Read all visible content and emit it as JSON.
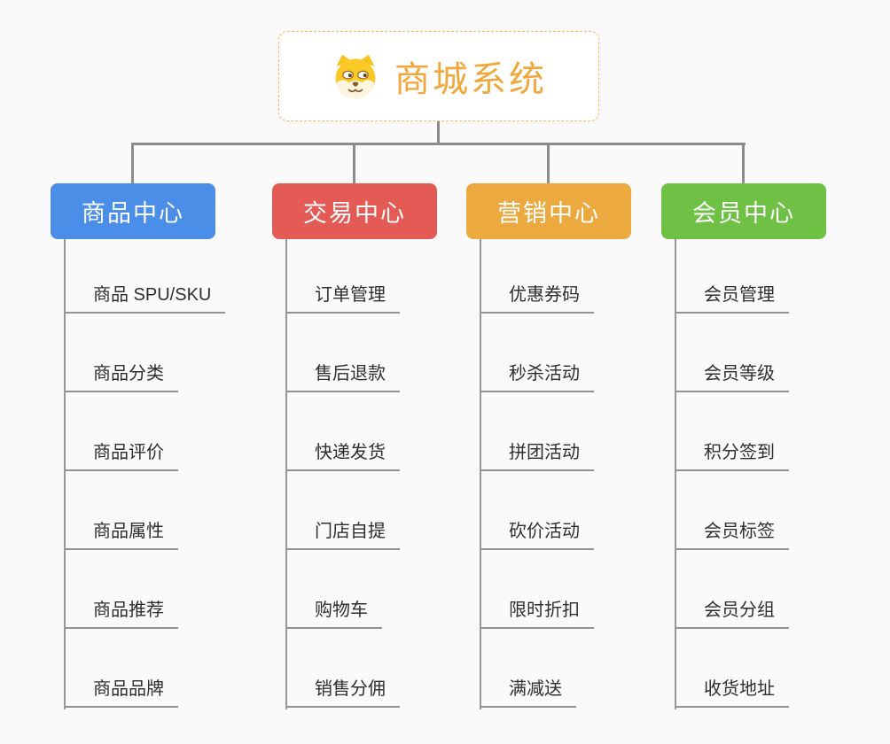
{
  "root": {
    "title": "商城系统",
    "icon": "dog-face-icon"
  },
  "branches": [
    {
      "label": "商品中心",
      "color": "#4a8ee8",
      "children": [
        "商品 SPU/SKU",
        "商品分类",
        "商品评价",
        "商品属性",
        "商品推荐",
        "商品品牌"
      ]
    },
    {
      "label": "交易中心",
      "color": "#e45a55",
      "children": [
        "订单管理",
        "售后退款",
        "快递发货",
        "门店自提",
        "购物车",
        "销售分佣"
      ]
    },
    {
      "label": "营销中心",
      "color": "#eba93f",
      "children": [
        "优惠券码",
        "秒杀活动",
        "拼团活动",
        "砍价活动",
        "限时折扣",
        "满减送"
      ]
    },
    {
      "label": "会员中心",
      "color": "#6ec144",
      "children": [
        "会员管理",
        "会员等级",
        "积分签到",
        "会员标签",
        "会员分组",
        "收货地址"
      ]
    }
  ],
  "colors": {
    "background": "#fafafa",
    "connector": "#8c8c8c",
    "leaf_line": "#929292",
    "leaf_text": "#2e2e2e",
    "root_border": "#f2bb5f",
    "root_text": "#f0a73b"
  }
}
